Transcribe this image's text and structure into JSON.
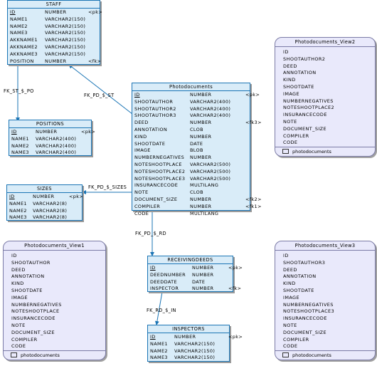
{
  "tables": {
    "staff": {
      "title": "STAFF",
      "header": [
        "ID",
        "NUMBER",
        "<pk>"
      ],
      "rows": [
        [
          "NAME1",
          "VARCHAR2(150)",
          ""
        ],
        [
          "NAME2",
          "VARCHAR2(150)",
          ""
        ],
        [
          "NAME3",
          "VARCHAR2(150)",
          ""
        ],
        [
          "AKKNAME1",
          "VARCHAR2(150)",
          ""
        ],
        [
          "AKKNAME2",
          "VARCHAR2(150)",
          ""
        ],
        [
          "AKKNAME3",
          "VARCHAR2(150)",
          ""
        ],
        [
          "POSITION",
          "NUMBER",
          "<fk>"
        ]
      ]
    },
    "positions": {
      "title": "POSITIONS",
      "header": [
        "ID",
        "NUMBER",
        "<pk>"
      ],
      "rows": [
        [
          "NAME1",
          "VARCHAR2(400)",
          ""
        ],
        [
          "NAME2",
          "VARCHAR2(400)",
          ""
        ],
        [
          "NAME3",
          "VARCHAR2(400)",
          ""
        ]
      ]
    },
    "sizes": {
      "title": "SIZES",
      "header": [
        "ID",
        "NUMBER",
        "<pk>"
      ],
      "rows": [
        [
          "NAME1",
          "VARCHAR2(8)",
          ""
        ],
        [
          "NAME2",
          "VARCHAR2(8)",
          ""
        ],
        [
          "NAME3",
          "VARCHAR2(8)",
          ""
        ]
      ]
    },
    "photodocuments": {
      "title": "Photodocuments",
      "header": [
        "ID",
        "NUMBER",
        "<pk>"
      ],
      "rows": [
        [
          "SHOOTAUTHOR",
          "VARCHAR2(400)",
          ""
        ],
        [
          "SHOOTAUTHOR2",
          "VARCHAR2(400)",
          ""
        ],
        [
          "SHOOTAUTHOR3",
          "VARCHAR2(400)",
          ""
        ],
        [
          "DEED",
          "NUMBER",
          "<fk3>"
        ],
        [
          "ANNOTATION",
          "CLOB",
          ""
        ],
        [
          "KIND",
          "NUMBER",
          ""
        ],
        [
          "SHOOTDATE",
          "DATE",
          ""
        ],
        [
          "IMAGE",
          "BLOB",
          ""
        ],
        [
          "NUMBERNEGATIVES",
          "NUMBER",
          ""
        ],
        [
          "NOTESHOOTPLACE",
          "VARCHAR2(500)",
          ""
        ],
        [
          "NOTESHOOTPLACE2",
          "VARCHAR2(500)",
          ""
        ],
        [
          "NOTESHOOTPLACE3",
          "VARCHAR2(500)",
          ""
        ],
        [
          "INSURANCECODE",
          "MULTILANG",
          ""
        ],
        [
          "NOTE",
          "CLOB",
          ""
        ],
        [
          "DOCUMENT_SIZE",
          "NUMBER",
          "<fk2>"
        ],
        [
          "COMPILER",
          "NUMBER",
          "<fk1>"
        ],
        [
          "CODE",
          "MULTILANG",
          ""
        ]
      ]
    },
    "receivingdeeds": {
      "title": "RECEIVINGDEEDS",
      "header": [
        "ID",
        "NUMBER",
        "<pk>"
      ],
      "rows": [
        [
          "DEEDNUMBER",
          "NUMBER",
          ""
        ],
        [
          "DEEDDATE",
          "DATE",
          ""
        ],
        [
          "INSPECTOR",
          "NUMBER",
          "<fk>"
        ]
      ]
    },
    "inspectors": {
      "title": "INSPECTORS",
      "header": [
        "ID",
        "NUMBER",
        "<pk>"
      ],
      "rows": [
        [
          "NAME1",
          "VARCHAR2(150)",
          ""
        ],
        [
          "NAME2",
          "VARCHAR2(150)",
          ""
        ],
        [
          "NAME3",
          "VARCHAR2(150)",
          ""
        ]
      ]
    }
  },
  "views": {
    "view1": {
      "title": "Photodocuments_View1",
      "rows": [
        "ID",
        "SHOOTAUTHOR",
        "DEED",
        "ANNOTATION",
        "KIND",
        "SHOOTDATE",
        "IMAGE",
        "NUMBERNEGATIVES",
        "NOTESHOOTPLACE",
        "INSURANCECODE",
        "NOTE",
        "DOCUMENT_SIZE",
        "COMPILER",
        "CODE"
      ],
      "footer": "photodocuments"
    },
    "view2": {
      "title": "Photodocuments_View2",
      "rows": [
        "ID",
        "SHOOTAUTHOR2",
        "DEED",
        "ANNOTATION",
        "KIND",
        "SHOOTDATE",
        "IMAGE",
        "NUMBERNEGATIVES",
        "NOTESHOOTPLACE2",
        "INSURANCECODE",
        "NOTE",
        "DOCUMENT_SIZE",
        "COMPILER",
        "CODE"
      ],
      "footer": "photodocuments"
    },
    "view3": {
      "title": "Photodocuments_View3",
      "rows": [
        "ID",
        "SHOOTAUTHOR3",
        "DEED",
        "ANNOTATION",
        "KIND",
        "SHOOTDATE",
        "IMAGE",
        "NUMBERNEGATIVES",
        "NOTESHOOTPLACE3",
        "INSURANCECODE",
        "NOTE",
        "DOCUMENT_SIZE",
        "COMPILER",
        "CODE"
      ],
      "footer": "photodocuments"
    }
  },
  "relationships": {
    "fk_st_po": "FK_ST_$_PO",
    "fk_pd_st": "FK_PD_$_ST",
    "fk_pd_sizes": "FK_PD_$_SIZES",
    "fk_pd_rd": "FK_PD_$_RD",
    "fk_rd_in": "FK_RD_$_IN"
  },
  "colors": {
    "table_fill": "#d9ecf8",
    "table_border": "#1b75b5",
    "view_fill": "#e9e9fb",
    "view_border": "#7b7ba6",
    "connector": "#1b75b5"
  }
}
